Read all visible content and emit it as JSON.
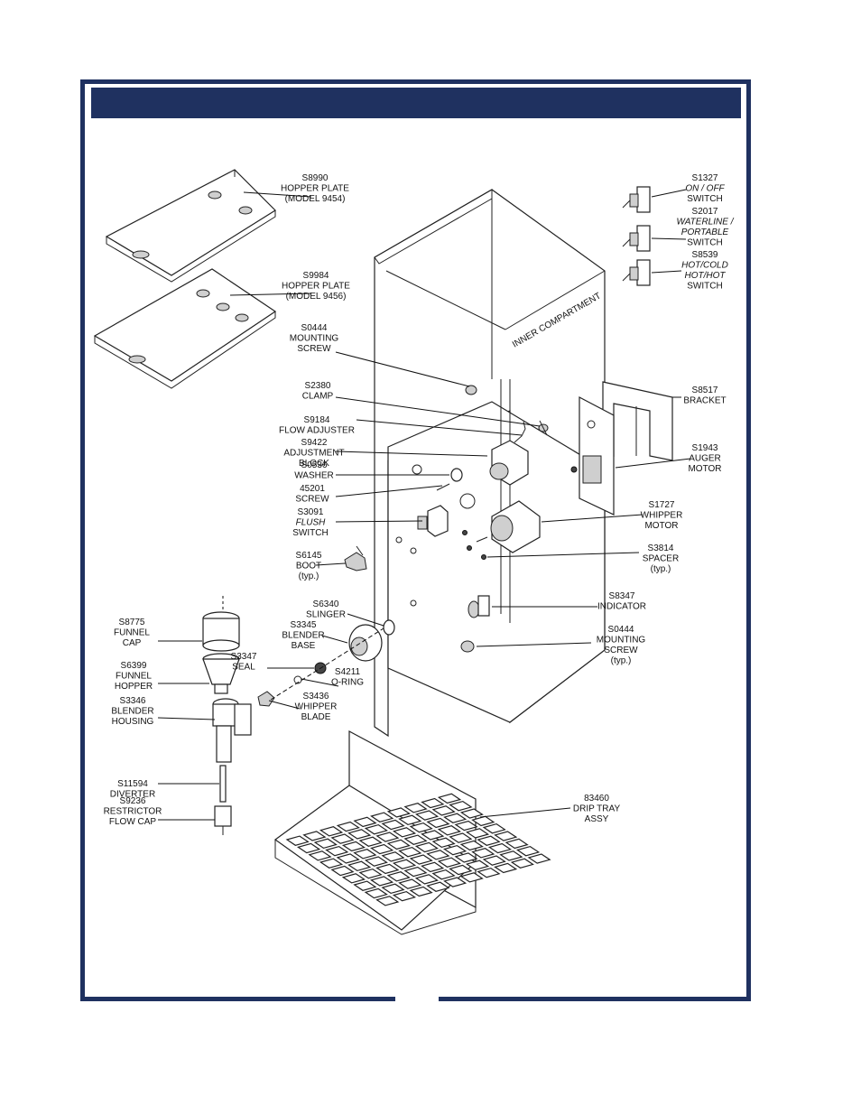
{
  "colors": {
    "frame": "#1f3160",
    "header_bar": "#1f3160"
  },
  "cabinet": {
    "label": "INNER COMPARTMENT"
  },
  "callouts": [
    {
      "id": "hopper-plate-9454",
      "lines": [
        "S8990",
        "HOPPER PLATE",
        "(MODEL 9454)"
      ]
    },
    {
      "id": "hopper-plate-9456",
      "lines": [
        "S9984",
        "HOPPER PLATE",
        "(MODEL 9456)"
      ]
    },
    {
      "id": "mounting-screw-top",
      "lines": [
        "S0444",
        "MOUNTING",
        "SCREW"
      ]
    },
    {
      "id": "clamp",
      "lines": [
        "S2380",
        "CLAMP"
      ]
    },
    {
      "id": "flow-adjuster",
      "lines": [
        "S9184",
        "FLOW ADJUSTER"
      ]
    },
    {
      "id": "adjustment-block",
      "lines": [
        "S9422",
        "ADJUSTMENT",
        "BLOCK"
      ]
    },
    {
      "id": "washer",
      "lines": [
        "S0536",
        "WASHER"
      ]
    },
    {
      "id": "screw",
      "lines": [
        "45201",
        "SCREW"
      ]
    },
    {
      "id": "flush-switch",
      "lines": [
        "S3091",
        "FLUSH",
        "SWITCH"
      ]
    },
    {
      "id": "boot",
      "lines": [
        "S6145",
        "BOOT",
        "(typ.)"
      ]
    },
    {
      "id": "slinger",
      "lines": [
        "S6340",
        "SLINGER"
      ]
    },
    {
      "id": "blender-base",
      "lines": [
        "S3345",
        "BLENDER",
        "BASE"
      ]
    },
    {
      "id": "seal",
      "lines": [
        "S3347",
        "SEAL"
      ]
    },
    {
      "id": "o-ring",
      "lines": [
        "S4211",
        "O-RING"
      ]
    },
    {
      "id": "whipper-blade",
      "lines": [
        "S3436",
        "WHIPPER",
        "BLADE"
      ]
    },
    {
      "id": "funnel-cap",
      "lines": [
        "S8775",
        "FUNNEL",
        "CAP"
      ]
    },
    {
      "id": "funnel-hopper",
      "lines": [
        "S6399",
        "FUNNEL",
        "HOPPER"
      ]
    },
    {
      "id": "blender-housing",
      "lines": [
        "S3346",
        "BLENDER",
        "HOUSING"
      ]
    },
    {
      "id": "diverter",
      "lines": [
        "S11594",
        "DIVERTER"
      ]
    },
    {
      "id": "restrictor-flow-cap",
      "lines": [
        "S9236",
        "RESTRICTOR",
        "FLOW CAP"
      ]
    },
    {
      "id": "on-off-switch",
      "lines": [
        "S1327",
        "ON / OFF",
        "SWITCH"
      ]
    },
    {
      "id": "waterline-portable-switch",
      "lines": [
        "S2017",
        "WATERLINE /",
        "PORTABLE",
        "SWITCH"
      ]
    },
    {
      "id": "hot-cold-switch",
      "lines": [
        "S8539",
        "HOT/COLD",
        "HOT/HOT",
        "SWITCH"
      ]
    },
    {
      "id": "bracket",
      "lines": [
        "S8517",
        "BRACKET"
      ]
    },
    {
      "id": "auger-motor",
      "lines": [
        "S1943",
        "AUGER",
        "MOTOR"
      ]
    },
    {
      "id": "whipper-motor",
      "lines": [
        "S1727",
        "WHIPPER",
        "MOTOR"
      ]
    },
    {
      "id": "spacer",
      "lines": [
        "S3814",
        "SPACER",
        "(typ.)"
      ]
    },
    {
      "id": "indicator",
      "lines": [
        "S8347",
        "INDICATOR"
      ]
    },
    {
      "id": "mounting-screw-bottom",
      "lines": [
        "S0444",
        "MOUNTING",
        "SCREW",
        "(typ.)"
      ]
    },
    {
      "id": "drip-tray-assy",
      "lines": [
        "83460",
        "DRIP TRAY",
        "ASSY"
      ]
    }
  ]
}
